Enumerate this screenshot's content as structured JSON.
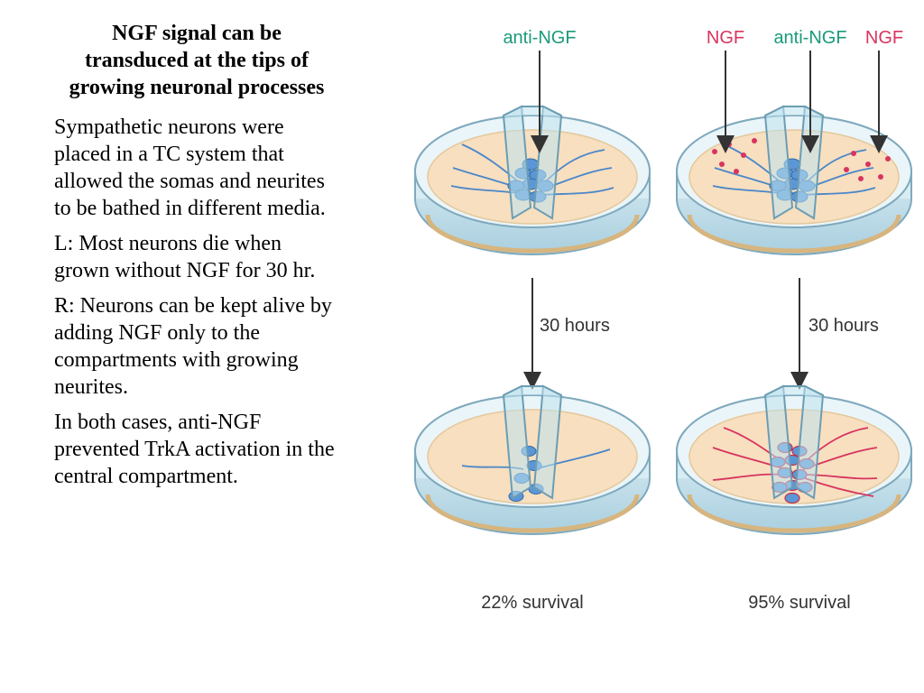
{
  "slide": {
    "title": "NGF signal can be transduced at the tips of growing neuronal processes",
    "paragraphs": [
      "Sympathetic neurons were placed in a TC system that allowed the somas and neurites to be bathed in different media.",
      "L: Most neurons die when grown without NGF for 30 hr.",
      "R: Neurons can be kept alive by adding NGF only to the compartments with growing neurites.",
      "In both cases, anti-NGF prevented TrkA activation in the central compartment."
    ]
  },
  "figure": {
    "left": {
      "label_center": "anti-NGF",
      "time": "30 hours",
      "result": "22% survival"
    },
    "right": {
      "label_left": "NGF",
      "label_center": "anti-NGF",
      "label_right": "NGF",
      "time": "30 hours",
      "result": "95% survival"
    },
    "colors": {
      "anti_ngf": "#1a9a7a",
      "ngf": "#d8345f",
      "neuron": "#4a86c8",
      "medium": "#f7dfc0",
      "dish_glass": "#cfe6ef"
    }
  }
}
